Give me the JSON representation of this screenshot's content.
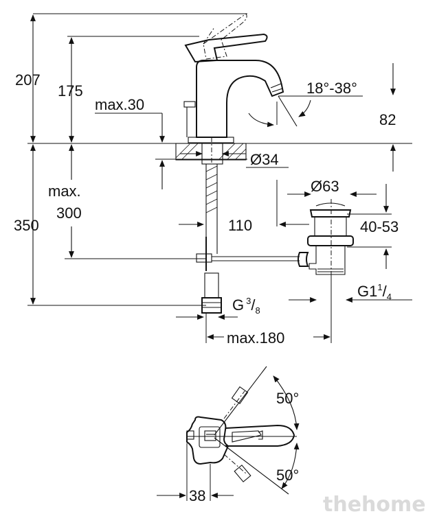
{
  "dimensions": {
    "total_height": "207",
    "spout_height": "175",
    "max_30": "max.30",
    "angle": "18°-38°",
    "outlet_height": "82",
    "hole_diameter": "Ø34",
    "waste_diameter": "Ø63",
    "max_label": "max.",
    "max_300": "300",
    "total_below": "350",
    "offset_110": "110",
    "range_40_53": "40-53",
    "thread_g1": "G1",
    "thread_g1_num": "1",
    "thread_g1_den": "4",
    "thread_g38": "G",
    "thread_g38_num": "3",
    "thread_g38_den": "8",
    "max_180": "max.180",
    "swing_top": "50°",
    "swing_bottom": "50°",
    "lever_38": "38"
  },
  "watermark": "thehome"
}
